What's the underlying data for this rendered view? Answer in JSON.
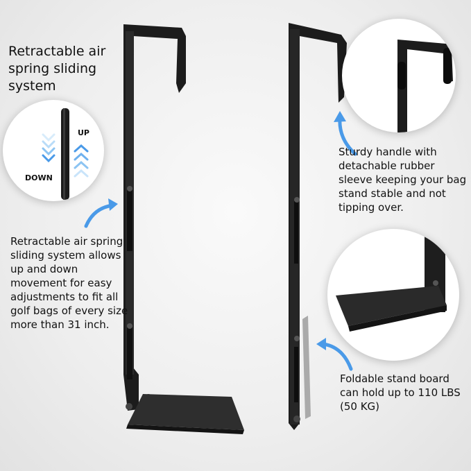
{
  "left_panel": {
    "title": "Retractable air spring sliding system",
    "up_label": "UP",
    "down_label": "DOWN",
    "description": "Retractable air spring sliding system allows up and down movement for easy adjustments to fit all golf bags of every size more than 31 inch."
  },
  "right_panel": {
    "handle_description": "Sturdy handle with detachable rubber sleeve keeping your bag stand stable and not tipping over.",
    "board_description": "Foldable stand board can hold up to 110 LBS (50 KG)"
  },
  "colors": {
    "metal": "#1c1c1c",
    "arrow_blue": "#4a9ae8",
    "arrow_light": "#b9dcf8"
  }
}
